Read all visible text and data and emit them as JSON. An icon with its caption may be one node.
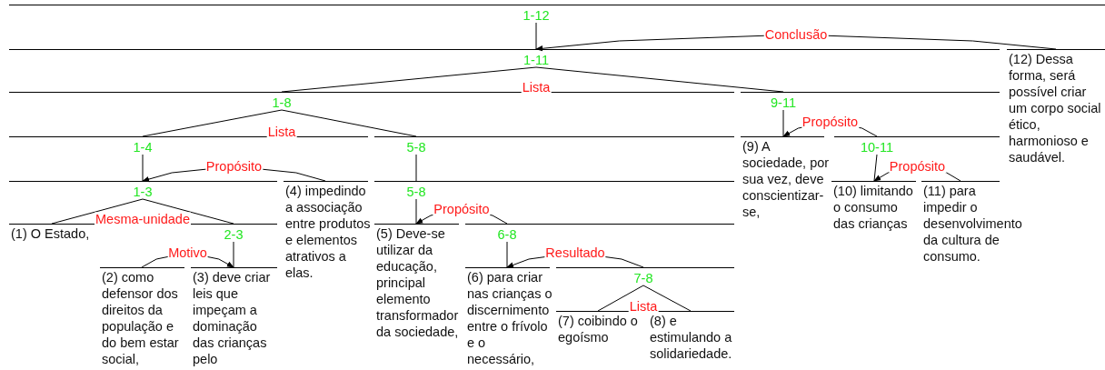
{
  "diagram": {
    "nodes": [
      {
        "text": [
          "1-12"
        ]
      },
      {
        "text": [
          "1-11"
        ]
      },
      {
        "text": [
          "1-8"
        ]
      },
      {
        "text": [
          "1-4"
        ]
      },
      {
        "text": [
          "1-3"
        ]
      },
      {
        "text": [
          "(1) O Estado,"
        ]
      },
      {
        "text": [
          "2-3"
        ]
      },
      {
        "text": [
          "(2) como defensor dos direitos da população e do bem estar social,"
        ]
      },
      {
        "text": [
          "(3) deve criar leis que impeçam a dominação das crianças pelo"
        ]
      },
      {
        "text": [
          "(4) impedindo a associação entre produtos e elementos atrativos a elas."
        ]
      },
      {
        "text": [
          "5-8"
        ]
      },
      {
        "text": [
          "5-8"
        ]
      },
      {
        "text": [
          "(5) Deve-se utilizar da educação, principal elemento transformador da sociedade,"
        ]
      },
      {
        "text": [
          "6-8"
        ]
      },
      {
        "text": [
          "(6) para criar nas crianças o discernimento entre o frívolo e o necessário,"
        ]
      },
      {
        "text": [
          "7-8"
        ]
      },
      {
        "text": [
          "(7) coibindo o egoísmo"
        ]
      },
      {
        "text": [
          "(8) e estimulando a solidariedade."
        ]
      },
      {
        "text": [
          "9-11"
        ]
      },
      {
        "text": [
          "(9) A sociedade, por sua vez, deve conscientizar-se,"
        ]
      },
      {
        "text": [
          "10-11"
        ]
      },
      {
        "text": [
          "(10) limitando o consumo das crianças"
        ]
      },
      {
        "text": [
          "(11) para impedir o desenvolvimento da cultura de consumo."
        ]
      },
      {
        "text": [
          "(12) Dessa forma, será possível criar um corpo social ético, harmonioso e saudável."
        ]
      }
    ],
    "edges": [
      {
        "from": 0,
        "to": 1,
        "arrow": "none"
      },
      {
        "from": 23,
        "to": 1,
        "arrow": "to",
        "label": "Conclusão"
      },
      {
        "from": 1,
        "to": 2,
        "arrow": "none",
        "label": "Lista"
      },
      {
        "from": 1,
        "to": 18,
        "arrow": "none"
      },
      {
        "from": 2,
        "to": 3,
        "arrow": "none",
        "label": "Lista"
      },
      {
        "from": 2,
        "to": 10,
        "arrow": "none"
      },
      {
        "from": 3,
        "to": 4,
        "arrow": "none"
      },
      {
        "from": 9,
        "to": 4,
        "arrow": "to",
        "label": "Propósito"
      },
      {
        "from": 4,
        "to": 5,
        "arrow": "none",
        "label": "Mesma-unidade"
      },
      {
        "from": 4,
        "to": 6,
        "arrow": "none"
      },
      {
        "from": 6,
        "to": 8,
        "arrow": "none"
      },
      {
        "from": 7,
        "to": 8,
        "arrow": "to",
        "label": "Motivo"
      },
      {
        "from": 10,
        "to": 11,
        "arrow": "none"
      },
      {
        "from": 11,
        "to": 12,
        "arrow": "none"
      },
      {
        "from": 13,
        "to": 12,
        "arrow": "to",
        "label": "Propósito"
      },
      {
        "from": 13,
        "to": 14,
        "arrow": "none"
      },
      {
        "from": 15,
        "to": 14,
        "arrow": "to",
        "label": "Resultado"
      },
      {
        "from": 15,
        "to": 16,
        "arrow": "none",
        "label": "Lista"
      },
      {
        "from": 15,
        "to": 17,
        "arrow": "none"
      },
      {
        "from": 18,
        "to": 19,
        "arrow": "none"
      },
      {
        "from": 20,
        "to": 19,
        "arrow": "to",
        "label": "Propósito"
      },
      {
        "from": 20,
        "to": 21,
        "arrow": "none"
      },
      {
        "from": 22,
        "to": 21,
        "arrow": "to",
        "label": "Propósito"
      }
    ]
  }
}
